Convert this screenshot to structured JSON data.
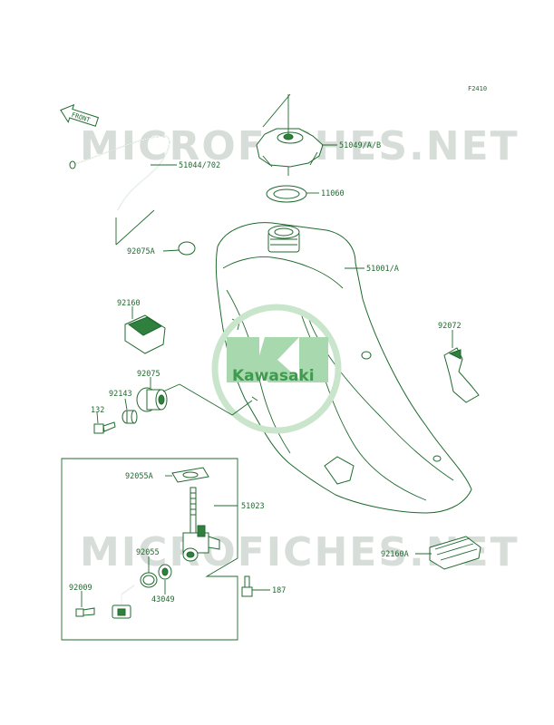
{
  "figure_ref": "F2410",
  "direction_label": "FRONT",
  "watermark_text": "MICROFICHES.NET",
  "brand_logo_text": "Kawasaki",
  "parts": [
    {
      "id": "51049/A/B"
    },
    {
      "id": "51044/702"
    },
    {
      "id": "11060"
    },
    {
      "id": "92075A"
    },
    {
      "id": "51001/A"
    },
    {
      "id": "92160"
    },
    {
      "id": "92072"
    },
    {
      "id": "92075"
    },
    {
      "id": "92143"
    },
    {
      "id": "132"
    },
    {
      "id": "92055A"
    },
    {
      "id": "51023"
    },
    {
      "id": "92055"
    },
    {
      "id": "92009"
    },
    {
      "id": "43049"
    },
    {
      "id": "187"
    },
    {
      "id": "92160A"
    }
  ],
  "colors": {
    "line": "#1f6a2e",
    "watermark": "#b8c2bb",
    "logo": "#3e9a4d"
  }
}
